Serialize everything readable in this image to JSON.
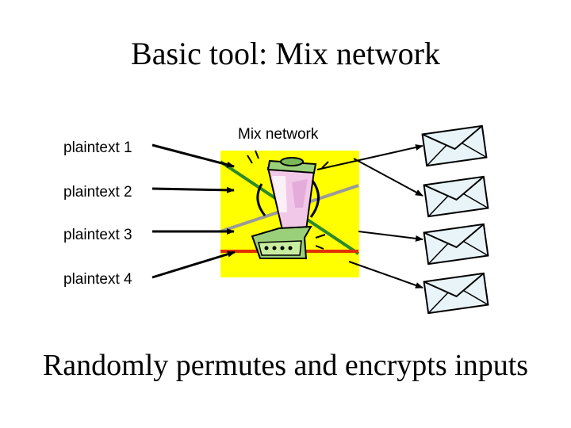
{
  "title": "Basic tool: Mix network",
  "caption": "Randomly permutes and encrypts inputs",
  "mix_label": "Mix network",
  "inputs": [
    "plaintext 1",
    "plaintext 2",
    "plaintext 3",
    "plaintext 4"
  ],
  "colors": {
    "mix_box": "#ffff00",
    "permute_green": "#2a8a2a",
    "permute_gray": "#9a9a9a",
    "permute_red": "#e03000",
    "envelope": "#e8f4f8"
  },
  "icons": [
    "blender-icon",
    "envelope-icon"
  ]
}
